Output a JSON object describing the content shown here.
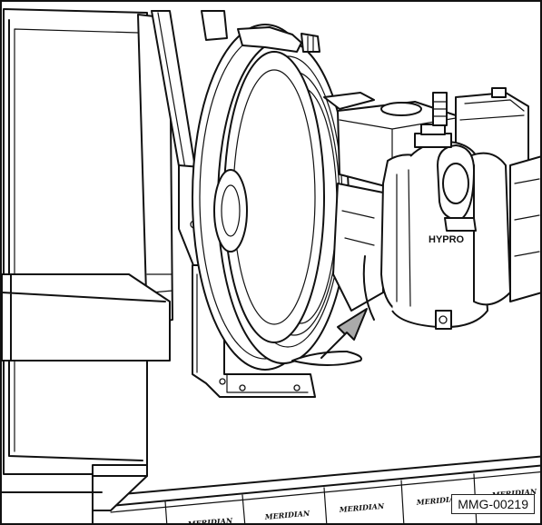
{
  "figure": {
    "doc_id": "MMG-00219",
    "pump_brand": "HYPRO",
    "tank_label": "MERIDIAN",
    "arrow_color": "#aaaaaa",
    "line_color": "#111111"
  }
}
